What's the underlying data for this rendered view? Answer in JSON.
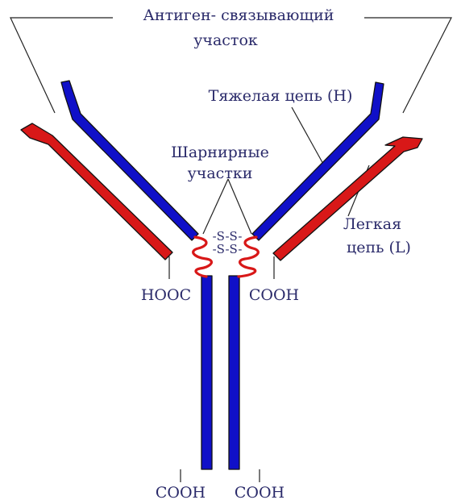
{
  "labels": {
    "antigen_line1": "Антиген- связывающий",
    "antigen_line2": "участок",
    "heavy_chain": "Тяжелая цепь (H)",
    "hinge_line1": "Шарнирные",
    "hinge_line2": "участки",
    "light_line1": "Легкая",
    "light_line2": "цепь (L)",
    "disulfide_top": "-S-S-",
    "disulfide_bottom": "-S-S-",
    "hooc_left": "HOOC",
    "cooh_right": "COOH",
    "cooh_bottom_left": "COOH",
    "cooh_bottom_right": "COOH"
  },
  "colors": {
    "heavy_chain": "#1010c8",
    "light_chain": "#d81818",
    "hinge": "#d81818",
    "text": "#2a2a6a",
    "outline": "#111111"
  }
}
